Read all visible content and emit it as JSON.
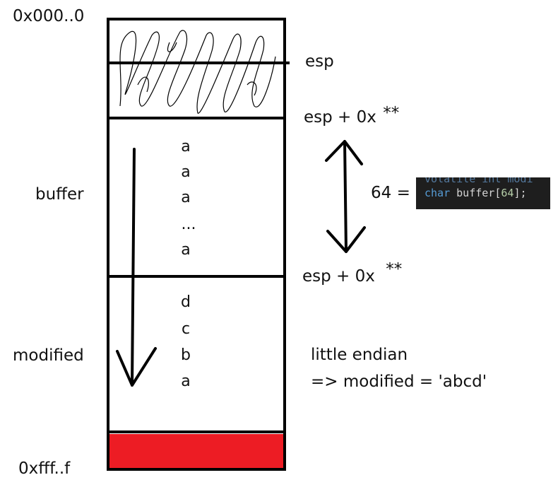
{
  "addresses": {
    "top": "0x000..0",
    "bottom": "0xfff..f"
  },
  "registers": {
    "esp": "esp",
    "esp_offset_top": "esp + 0x",
    "esp_offset_top_stars": "**",
    "esp_offset_bottom": "esp + 0x",
    "esp_offset_bottom_stars": "**"
  },
  "regions": {
    "buffer_label": "buffer",
    "modified_label": "modified",
    "buffer_bytes": [
      "a",
      "a",
      "a",
      "...",
      "a"
    ],
    "modified_bytes": [
      "d",
      "c",
      "b",
      "a"
    ]
  },
  "size_annotation": {
    "label": "64 =",
    "code_ghost": "volatile int modi",
    "code_keyword": "char",
    "code_identifier": "buffer",
    "code_open": "[",
    "code_number": "64",
    "code_close": "];"
  },
  "endian_note": {
    "line1": "little endian",
    "line2": "=> modified = 'abcd'"
  },
  "colors": {
    "outline": "#000000",
    "bottom_block": "#ed1c24",
    "code_bg": "#1e1e1e",
    "code_keyword": "#569cd6",
    "code_number": "#b5cea8",
    "code_text": "#d4d4d4"
  }
}
